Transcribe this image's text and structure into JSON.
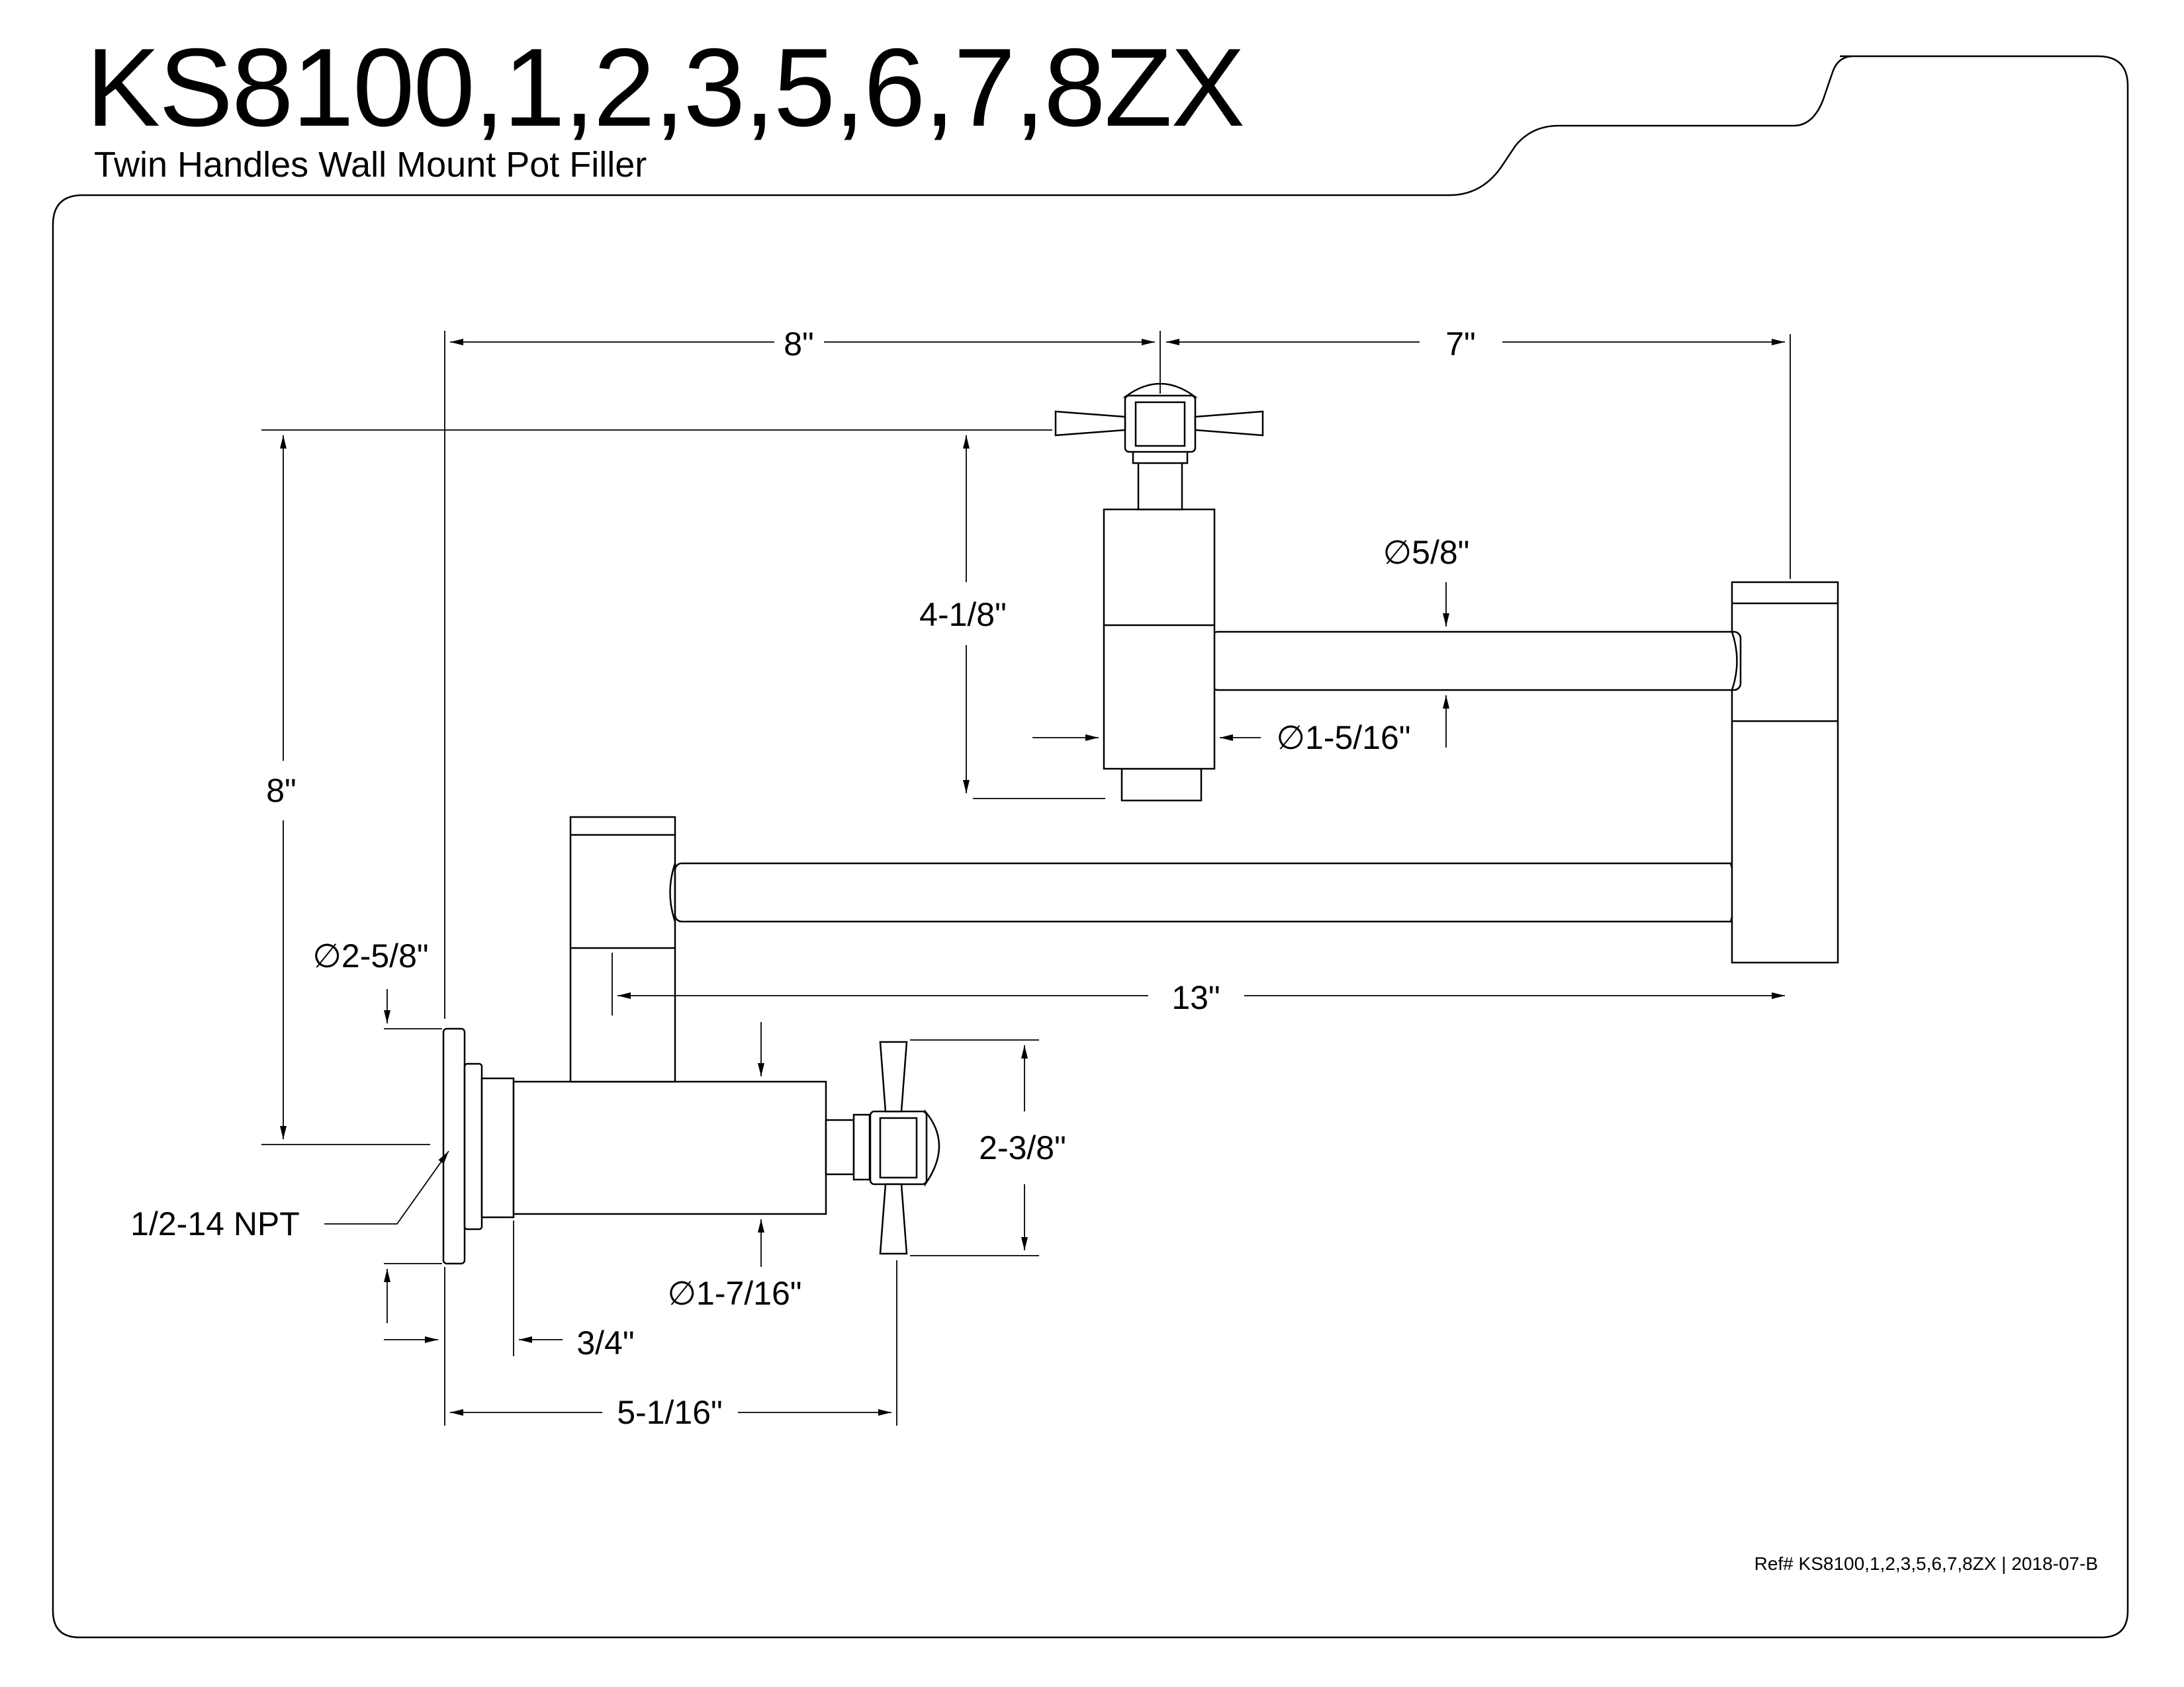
{
  "header": {
    "model_title": "KS8100,1,2,3,5,6,7,8ZX",
    "product_subtitle": "Twin Handles Wall Mount Pot Filler"
  },
  "dimensions": {
    "top_left_width": "8\"",
    "top_right_width": "7\"",
    "overall_height": "8\"",
    "upper_height": "4-1/8\"",
    "spout_diameter": "∅5/8\"",
    "upper_body_diameter": "∅1-5/16\"",
    "arm_reach": "13\"",
    "flange_diameter": "∅2-5/8\"",
    "handle_height": "2-3/8\"",
    "inlet_thread": "1/2-14 NPT",
    "lower_body_diameter": "∅1-7/16\"",
    "flange_thickness": "3/4\"",
    "projection": "5-1/16\""
  },
  "footer": {
    "reference": "Ref# KS8100,1,2,3,5,6,7,8ZX | 2018-07-B"
  }
}
